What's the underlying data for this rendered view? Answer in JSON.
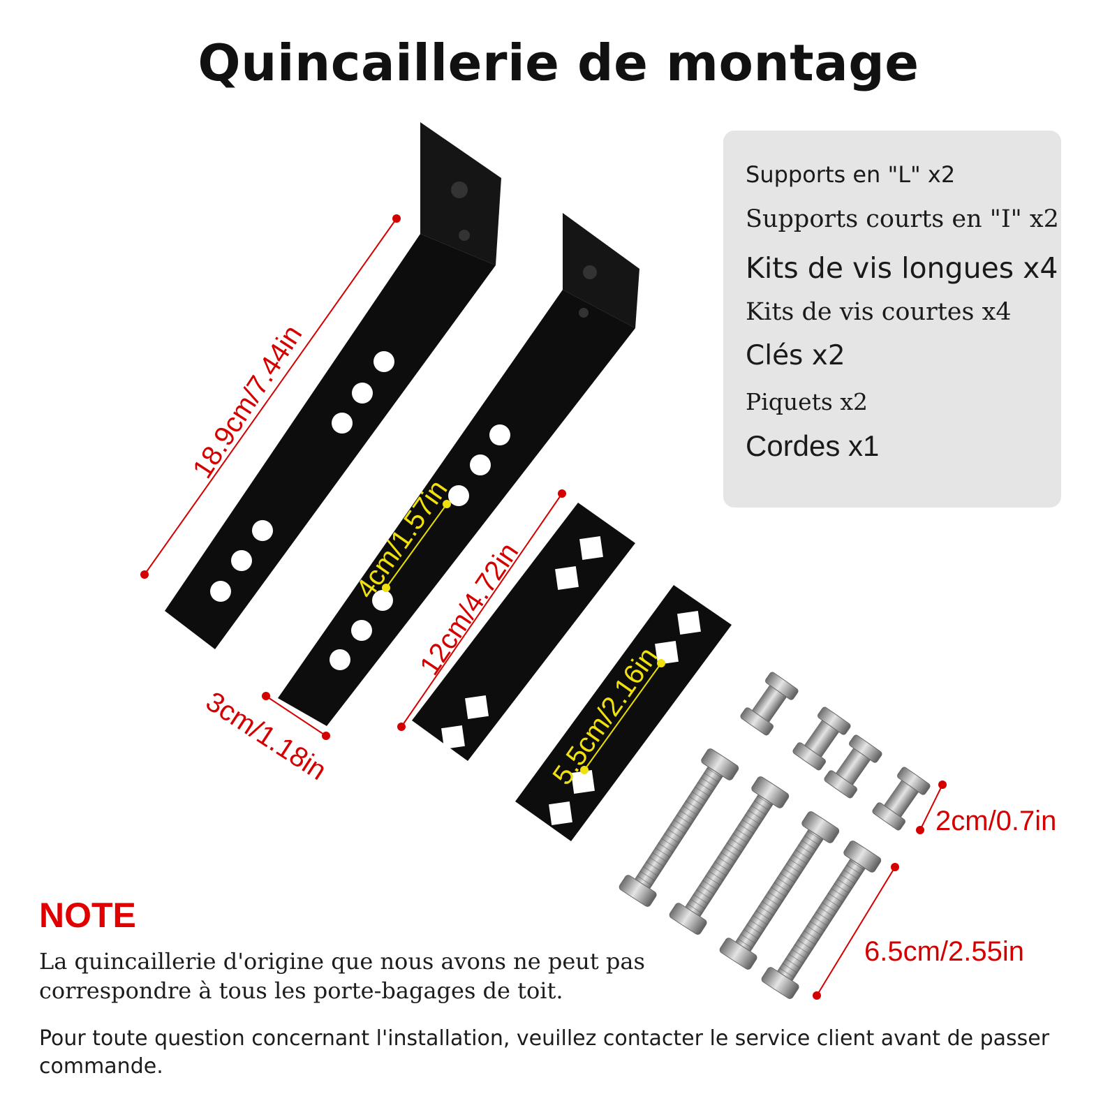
{
  "title": "Quincaillerie de montage",
  "contents": [
    "Supports en \"L\" x2",
    "Supports courts en \"I\" x2",
    "Kits de vis longues x4",
    "Kits de vis courtes x4",
    "Clés x2",
    "Piquets x2",
    "Cordes x1"
  ],
  "dimensions": {
    "l_bracket_length": "18.9cm/7.44in",
    "l_bracket_width": "3cm/1.18in",
    "l_bracket_hole_spacing": "4cm/1.57in",
    "i_bracket_length": "12cm/4.72in",
    "i_bracket_hole_spacing": "5.5cm/2.16in",
    "short_bolt_length": "2cm/0.7in",
    "long_bolt_length": "6.5cm/2.55in"
  },
  "note": {
    "heading": "NOTE",
    "line1": "La quincaillerie d'origine que nous avons ne peut pas correspondre à tous les porte-bagages de toit.",
    "line2": "Pour toute question concernant l'installation, veuillez contacter le service client avant de passer commande."
  },
  "colors": {
    "dimension_red": "#d40000",
    "dimension_yellow": "#f0e010",
    "note_red": "#e00000",
    "panel_bg": "#e5e5e5"
  }
}
